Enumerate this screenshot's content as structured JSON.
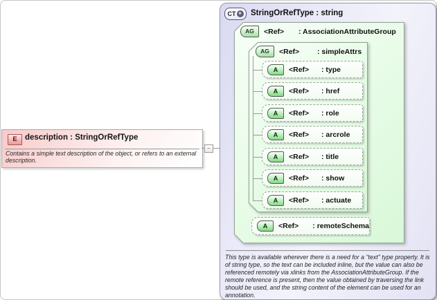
{
  "palette": {
    "complex_type_fill": "#e6e6f8",
    "group_fill": "#e3fae3",
    "attribute_fill": "#f7fdf7",
    "element_fill": "#f7caca",
    "icon_green": "#8ed88e",
    "icon_pink": "#f5b6b6",
    "border_gray": "#9a9a9a"
  },
  "element": {
    "icon_label": "E",
    "title": "description : StringOrRefType",
    "annotation": "Contains a simple text description of the object, or refers to an external description."
  },
  "connector": {
    "collapse_label": "−"
  },
  "complex_type": {
    "icon_label": "CT",
    "expand_label": "+",
    "title": "StringOrRefType : string",
    "attribute_group": {
      "icon_label": "AG",
      "ref_label": "<Ref>",
      "name": ": AssociationAttributeGroup",
      "nested_group": {
        "icon_label": "AG",
        "ref_label": "<Ref>",
        "name": ": simpleAttrs",
        "attributes": [
          {
            "icon_label": "A",
            "ref_label": "<Ref>",
            "name": ": type"
          },
          {
            "icon_label": "A",
            "ref_label": "<Ref>",
            "name": ": href"
          },
          {
            "icon_label": "A",
            "ref_label": "<Ref>",
            "name": ": role"
          },
          {
            "icon_label": "A",
            "ref_label": "<Ref>",
            "name": ": arcrole"
          },
          {
            "icon_label": "A",
            "ref_label": "<Ref>",
            "name": ": title"
          },
          {
            "icon_label": "A",
            "ref_label": "<Ref>",
            "name": ": show"
          },
          {
            "icon_label": "A",
            "ref_label": "<Ref>",
            "name": ": actuate"
          }
        ]
      },
      "remote_attribute": {
        "icon_label": "A",
        "ref_label": "<Ref>",
        "name": ": remoteSchema"
      }
    },
    "annotation": "This type is available wherever there is a need for a \"text\" type property. It is of string type, so the text can be included inline, but the value can also be referenced remotely via xlinks from the AssociationAttributeGroup. If the remote reference is present, then the value obtained by traversing the link should be used, and the string content of the element can be used for an annotation."
  }
}
